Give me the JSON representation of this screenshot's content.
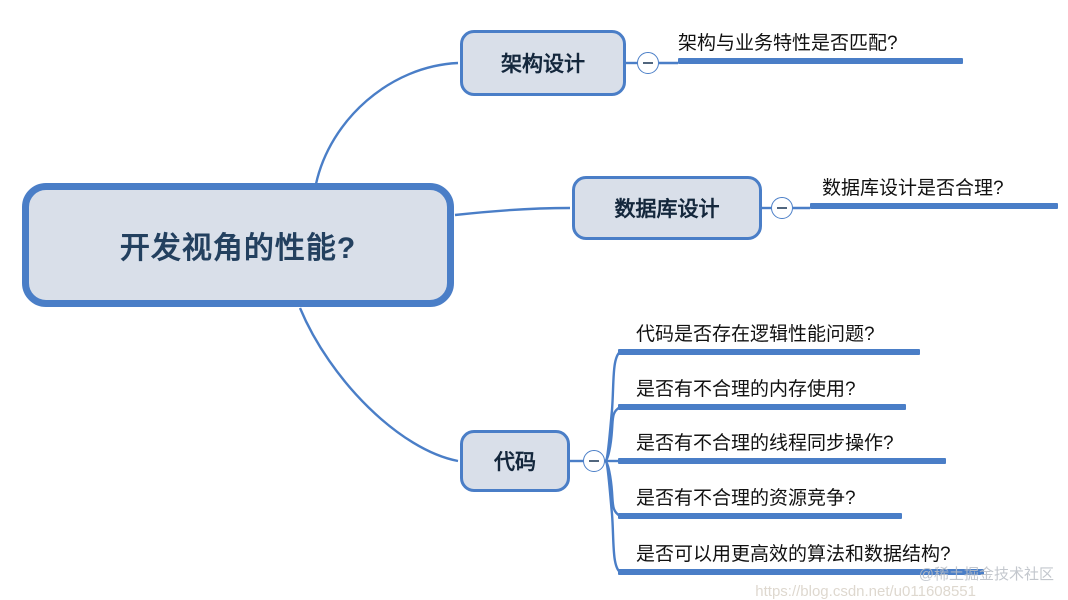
{
  "diagram": {
    "type": "mindmap",
    "title": "开发视角的性能?",
    "root": {
      "label": "开发视角的性能?"
    },
    "branches": [
      {
        "id": "architecture",
        "label": "架构设计",
        "toggle": "collapse-minus-icon",
        "children": [
          {
            "label": "架构与业务特性是否匹配?"
          }
        ]
      },
      {
        "id": "database",
        "label": "数据库设计",
        "toggle": "collapse-minus-icon",
        "children": [
          {
            "label": "数据库设计是否合理?"
          }
        ]
      },
      {
        "id": "code",
        "label": "代码",
        "toggle": "collapse-minus-icon",
        "children": [
          {
            "label": "代码是否存在逻辑性能问题?"
          },
          {
            "label": "是否有不合理的内存使用?"
          },
          {
            "label": "是否有不合理的线程同步操作?"
          },
          {
            "label": "是否有不合理的资源竞争?"
          },
          {
            "label": "是否可以用更高效的算法和数据结构?"
          }
        ]
      }
    ]
  },
  "colors": {
    "node_border": "#4a7ec7",
    "node_fill": "#d9dfe9",
    "edge": "#4a7ec7",
    "underline": "#4a7ec7",
    "root_text": "#23405f",
    "leaf_text": "#111111",
    "background": "#ffffff"
  },
  "watermark": {
    "brand": "@稀土掘金技术社区",
    "url": "https://blog.csdn.net/u011608551"
  }
}
